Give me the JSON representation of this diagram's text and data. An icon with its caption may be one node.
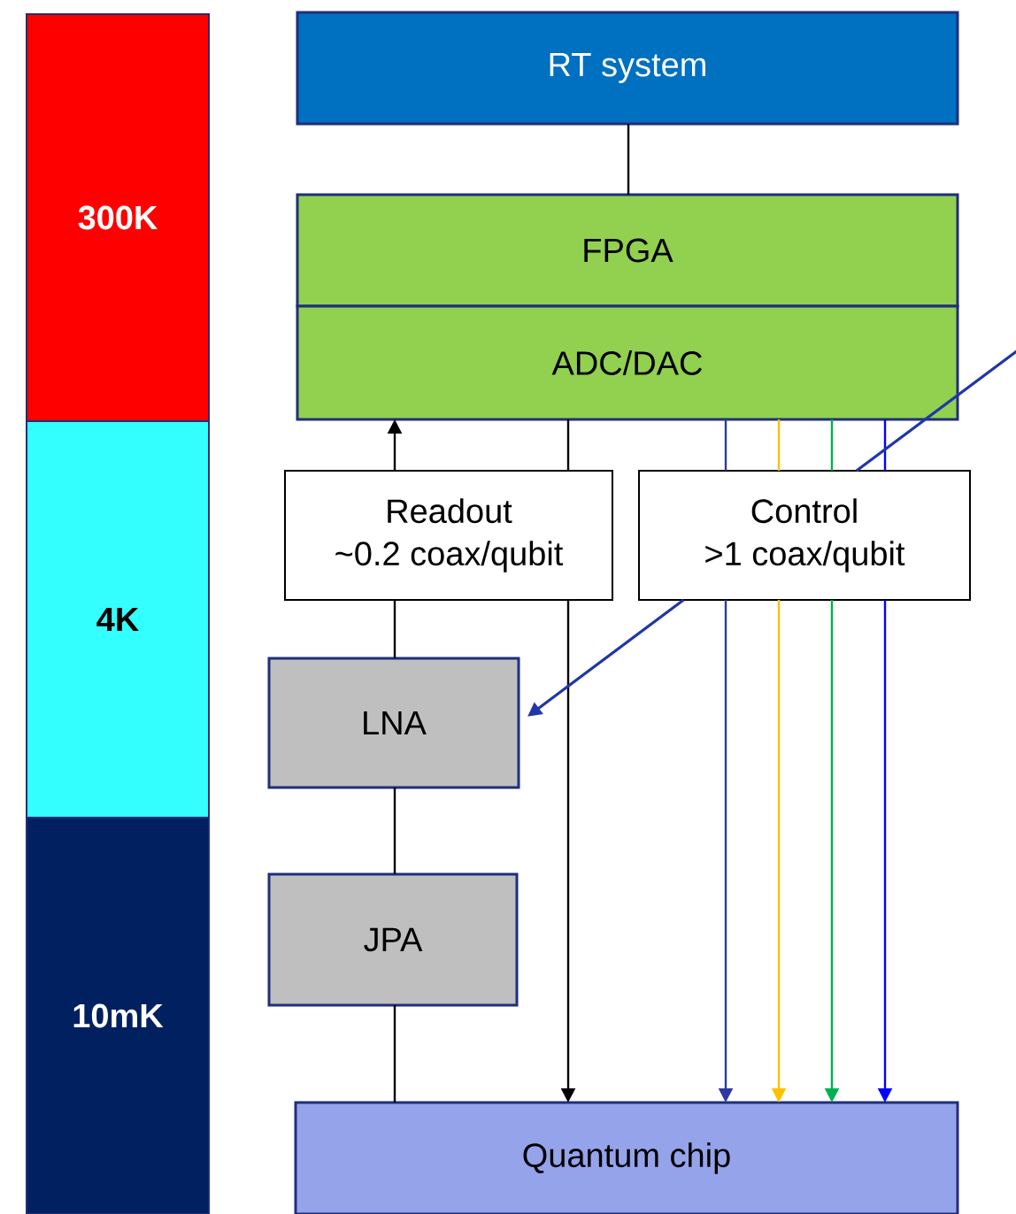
{
  "diagram": {
    "nodes": [
      {
        "text": [
          "300K"
        ]
      },
      {
        "text": [
          "4K"
        ]
      },
      {
        "text": [
          "10mK"
        ]
      },
      {
        "text": [
          "RT system"
        ]
      },
      {
        "text": [
          "FPGA"
        ]
      },
      {
        "text": [
          "ADC/DAC"
        ]
      },
      {
        "text": [
          "Readout",
          "~0.2 coax/qubit"
        ]
      },
      {
        "text": [
          "Control",
          ">1 coax/qubit"
        ]
      },
      {
        "text": [
          "LNA"
        ]
      },
      {
        "text": [
          "JPA"
        ]
      },
      {
        "text": [
          "Quantum chip"
        ]
      }
    ],
    "edges": [
      {
        "from": 3,
        "to": 4,
        "arrow": "none"
      },
      {
        "from": 10,
        "to": 9,
        "arrow": "none"
      },
      {
        "from": 9,
        "to": 8,
        "arrow": "none"
      },
      {
        "from": 8,
        "to": 6,
        "arrow": "none"
      },
      {
        "from": 6,
        "to": 5,
        "arrow": "to"
      },
      {
        "from": 5,
        "to": 6,
        "arrow": "none"
      },
      {
        "from": 6,
        "to": 10,
        "arrow": "to"
      },
      {
        "from": 5,
        "to": 7,
        "arrow": "none",
        "color": "#2e3a9e"
      },
      {
        "from": 7,
        "to": 10,
        "arrow": "to",
        "color": "#2e3a9e"
      },
      {
        "from": 5,
        "to": 7,
        "arrow": "none",
        "color": "#ffc000"
      },
      {
        "from": 7,
        "to": 10,
        "arrow": "to",
        "color": "#ffc000"
      },
      {
        "from": 5,
        "to": 7,
        "arrow": "none",
        "color": "#00b050"
      },
      {
        "from": 7,
        "to": 10,
        "arrow": "to",
        "color": "#00b050"
      },
      {
        "from": 5,
        "to": 7,
        "arrow": "none",
        "color": "#0000ff"
      },
      {
        "from": 7,
        "to": 10,
        "arrow": "to",
        "color": "#0000ff"
      },
      {
        "from": null,
        "to": 8,
        "arrow": "to",
        "color": "#2037a8"
      }
    ]
  }
}
